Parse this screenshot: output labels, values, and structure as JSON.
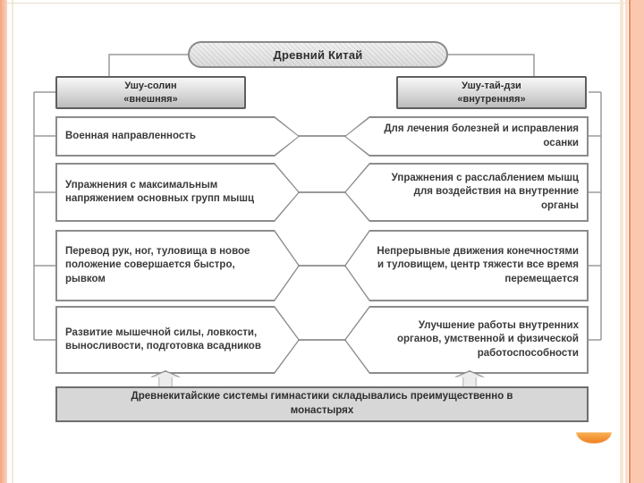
{
  "slide": {
    "title": "Древний Китай",
    "left_column": {
      "header_line1": "Ушу-солин",
      "header_line2": "«внешняя»",
      "items": [
        "Военная направленность",
        "Упражнения с максимальным напряжением основных групп мышц",
        "Перевод рук, ног, туловища в новое положение совершается быстро, рывком",
        "Развитие мышечной силы, ловкости, выносливости, подготовка всадников"
      ]
    },
    "right_column": {
      "header_line1": "Ушу-тай-дзи",
      "header_line2": "«внутренняя»",
      "items": [
        "Для лечения болезней и исправления осанки",
        "Упражнения с расслаблением мышц для воздействия на внутренние органы",
        "Непрерывные движения конечностями и туловищем, центр тяжести все время перемещается",
        "Улучшение работы внутренних органов, умственной и физической работоспособности"
      ]
    },
    "footer": "Древнекитайские системы гимнастики складывались преимущественно в монастырях",
    "colors": {
      "accent_orange": "#ee7d1d",
      "border_salmon": "#fbc7ae",
      "border_cream": "#f2e9d5",
      "connector_gray": "#9a9a9a",
      "box_fill_gray": "#d7d7d7",
      "text_dark": "#2f2f2f"
    }
  }
}
